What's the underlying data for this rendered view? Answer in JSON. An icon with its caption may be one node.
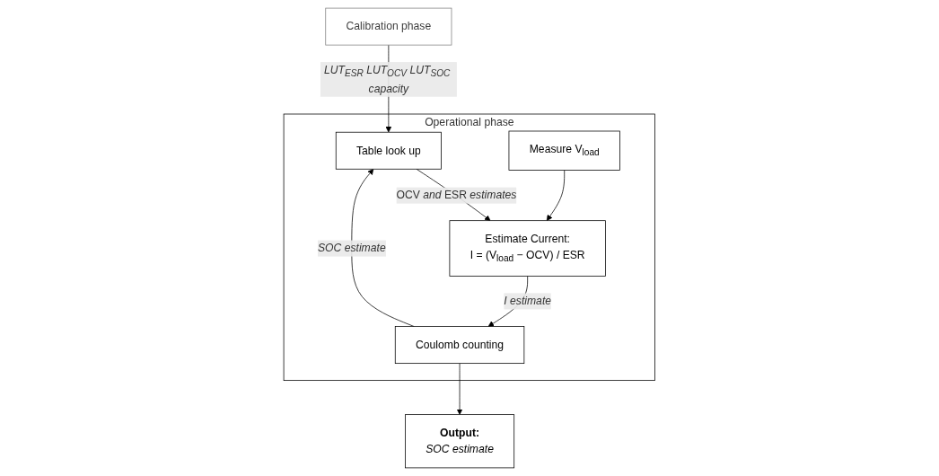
{
  "diagram": {
    "nodes": [
      {
        "text": [
          "Calibration phase"
        ]
      },
      {
        "text": [
          "Operational phase"
        ]
      },
      {
        "text": [
          "Table look up"
        ],
        "in": 1
      },
      {
        "text": [
          "Measure V$_{load}$"
        ],
        "in": 1
      },
      {
        "text": [
          "Estimate Current:",
          "I = (V$_{load}$ − OCV) / ESR"
        ],
        "in": 1
      },
      {
        "text": [
          "Coulomb counting"
        ],
        "in": 1
      },
      {
        "text": [
          "**Output:**",
          "*SOC estimate*"
        ]
      }
    ],
    "edges": [
      {
        "from": 0,
        "to": 2,
        "arrow": "to",
        "label": "*LUT$_{ESR}$ LUT$_{OCV}$ LUT$_{SOC}$ capacity*"
      },
      {
        "from": 2,
        "to": 4,
        "arrow": "to",
        "label": "OCV *and* ESR *estimates*"
      },
      {
        "from": 3,
        "to": 4,
        "arrow": "to"
      },
      {
        "from": 4,
        "to": 5,
        "arrow": "to",
        "label": "*I estimate*"
      },
      {
        "from": 5,
        "to": 2,
        "arrow": "to",
        "label": "*SOC estimate*"
      },
      {
        "from": 5,
        "to": 6,
        "arrow": "to"
      }
    ]
  }
}
